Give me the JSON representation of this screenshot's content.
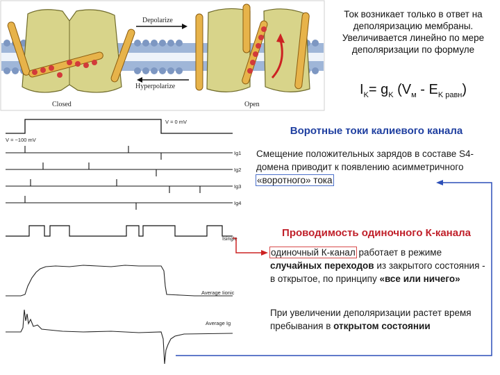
{
  "membrane_figure": {
    "depolarize_label": "Depolarize",
    "hyperpolarize_label": "Hyperpolarize",
    "closed_label": "Closed",
    "open_label": "Open"
  },
  "intro": {
    "text": "Ток возникает только в ответ на деполяризацию мембраны. Увеличивается линейно по мере деполяризации по формуле",
    "formula": {
      "i": "I",
      "i_sub": "K",
      "eq": "= g",
      "g_sub": "K",
      "open_paren": " (V",
      "v_sub": "м",
      "minus": " - E",
      "e_sub": "K равн",
      "close_paren": ")"
    }
  },
  "traces": {
    "v_high": "V = 0 mV",
    "v_low": "V = −100 mV",
    "ig1": "Ig1",
    "ig2": "Ig2",
    "ig3": "Ig3",
    "ig4": "Ig4",
    "isingle": "Isingle",
    "avg_ionic": "Average Iionic",
    "avg_ig": "Average Ig"
  },
  "gating": {
    "title": "Воротные токи калиевого канала",
    "text_before": "Смещение положительных зарядов в составе S4-домена приводит к появлению асимметричного ",
    "boxed": "«воротного» тока"
  },
  "conductance": {
    "title": "Проводимость одиночного К-канала",
    "boxed": "одиночный К-канал",
    "after_box": " работает в режиме ",
    "bold1": "случайных переходов",
    "mid1": " из закрытого состояния - в открытое, по принципу ",
    "bold2": "«все или ничего»",
    "depol_before": "При увеличении деполяризации растет время пребывания в ",
    "depol_bold": "открытом состоянии"
  },
  "colors": {
    "title_blue": "#1f3fa0",
    "title_red": "#c0202a",
    "arrow_blue": "#2c4fb8",
    "arrow_red": "#cc2222"
  }
}
